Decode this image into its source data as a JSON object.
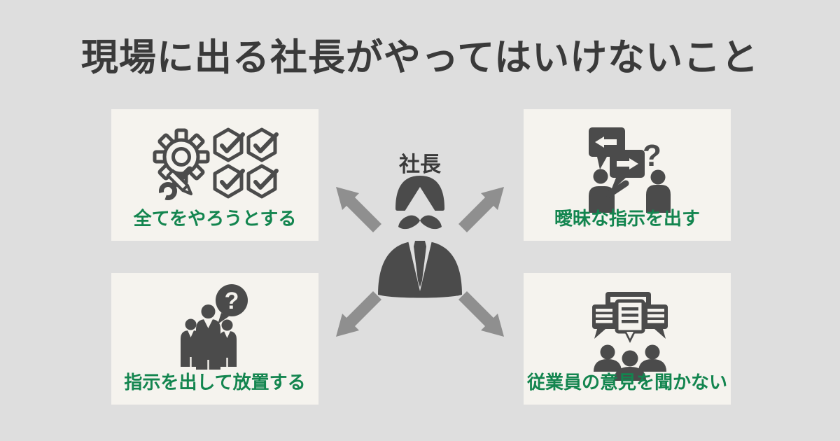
{
  "colors": {
    "bg": "#dedede",
    "box": "#f5f3ee",
    "ink": "#4b4b4b",
    "title": "#3a3a3a",
    "green": "#13854f",
    "arrow": "#8f8f8f"
  },
  "title": {
    "text": "現場に出る社長がやってはいけないこと"
  },
  "center": {
    "label": "社長",
    "icon": "president-icon"
  },
  "cards": [
    {
      "position": "top-left",
      "label": "全てをやろうとする",
      "icon": "gear-tools-checklist-icon"
    },
    {
      "position": "top-right",
      "label": "曖昧な指示を出す",
      "icon": "vague-instructions-icon"
    },
    {
      "position": "bottom-left",
      "label": "指示を出して放置する",
      "icon": "confused-employees-icon"
    },
    {
      "position": "bottom-right",
      "label": "従業員の意見を聞かない",
      "icon": "group-opinions-icon"
    }
  ],
  "arrows": [
    "top-left",
    "top-right",
    "bottom-left",
    "bottom-right"
  ]
}
